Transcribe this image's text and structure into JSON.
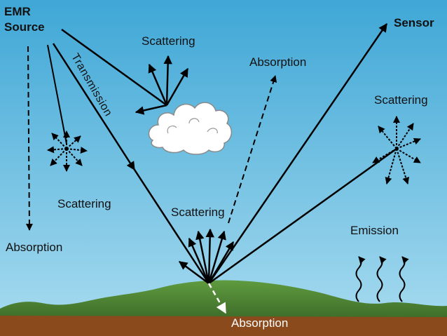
{
  "labels": {
    "source": "EMR",
    "source_line2": "Source",
    "sensor": "Sensor",
    "transmission": "Transmission",
    "scattering_cloud": "Scattering",
    "scattering_left": "Scattering",
    "scattering_ground": "Scattering",
    "scattering_right": "Scattering",
    "absorption_left": "Absorption",
    "absorption_atmosphere": "Absorption",
    "absorption_ground": "Absorption",
    "emission": "Emission"
  },
  "colors": {
    "sky_top": "#3fa7d6",
    "sky_bottom": "#a9dcf0",
    "hill": "#5a8f3c",
    "soil": "#8b4a1c",
    "cloud": "#ffffff",
    "arrow": "#000000"
  },
  "icons": {
    "cloud": "cloud-icon",
    "scatter_starburst": "scatter-starburst-icon",
    "emission_wave": "wavy-arrow-icon"
  }
}
